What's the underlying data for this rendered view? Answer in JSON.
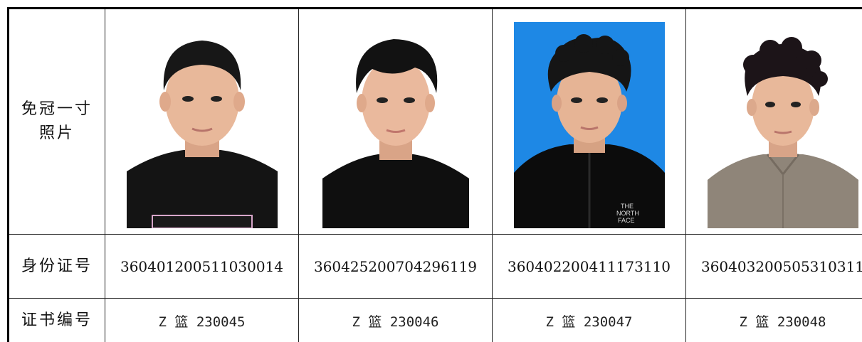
{
  "table": {
    "photo_label_line1": "免冠一寸",
    "photo_label_line2": "照片",
    "id_label": "身份证号",
    "cert_label": "证书编号"
  },
  "people": [
    {
      "id_number": "360401200511030014",
      "cert_number": "Z 篮 230045",
      "photo": {
        "background": "#ffffff",
        "shirt": "black t-shirt",
        "hair": "short straight black"
      }
    },
    {
      "id_number": "360425200704296119",
      "cert_number": "Z 篮 230046",
      "photo": {
        "background": "#ffffff",
        "shirt": "black t-shirt",
        "hair": "messy black"
      }
    },
    {
      "id_number": "360402200411173110",
      "cert_number": "Z 篮 230047",
      "photo": {
        "background": "#1e88e5",
        "shirt": "black puffer jacket",
        "hair": "curly black"
      }
    },
    {
      "id_number": "360403200505310311",
      "cert_number": "Z 篮 230048",
      "photo": {
        "background": "#ffffff",
        "shirt": "grey button shirt",
        "hair": "curly black"
      }
    }
  ],
  "colors": {
    "border": "#222222",
    "blue_background": "#1e88e5",
    "skin": "#e8b89a"
  }
}
